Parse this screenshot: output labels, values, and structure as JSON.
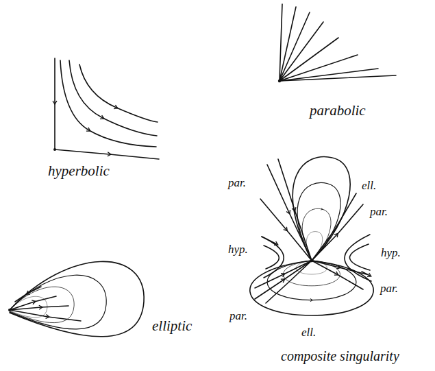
{
  "diagram": {
    "labels": [
      "hyperbolic",
      "parabolic",
      "elliptic",
      "composite singularity",
      "par.",
      "ell.",
      "par.",
      "hyp.",
      "hyp.",
      "par.",
      "par.",
      "ell."
    ]
  }
}
